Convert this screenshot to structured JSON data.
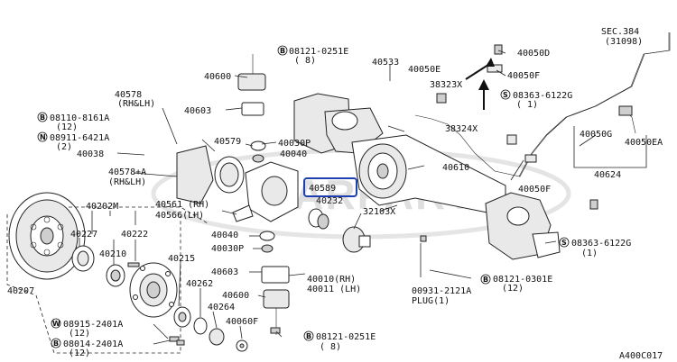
{
  "diagram": {
    "code": "A400C017",
    "watermark": "CARPARTS",
    "highlighted_part": "40589",
    "labels": [
      {
        "id": "sec384",
        "text": "SEC.384"
      },
      {
        "id": "sec384b",
        "text": "(31098)"
      },
      {
        "id": "p40050d",
        "text": "40050D"
      },
      {
        "id": "p40050e",
        "text": "40050E"
      },
      {
        "id": "p40050f_top",
        "text": "40050F"
      },
      {
        "id": "b08121_0251e_top",
        "text": "08121-0251E"
      },
      {
        "id": "q8_top",
        "text": "( 8)"
      },
      {
        "id": "p40533",
        "text": "40533"
      },
      {
        "id": "p40600_top",
        "text": "40600"
      },
      {
        "id": "p38323x",
        "text": "38323X"
      },
      {
        "id": "p40578",
        "text": "40578"
      },
      {
        "id": "rhlh1",
        "text": "(RH&LH)"
      },
      {
        "id": "b08110",
        "text": "08110-8161A"
      },
      {
        "id": "q12a",
        "text": "(12)"
      },
      {
        "id": "n08911",
        "text": "08911-6421A"
      },
      {
        "id": "q2",
        "text": "(2)"
      },
      {
        "id": "p40603_top",
        "text": "40603"
      },
      {
        "id": "p40579",
        "text": "40579"
      },
      {
        "id": "p40030p_top",
        "text": "40030P"
      },
      {
        "id": "p40040_top",
        "text": "40040"
      },
      {
        "id": "p38324x",
        "text": "38324X"
      },
      {
        "id": "s08363_top",
        "text": "08363-6122G"
      },
      {
        "id": "q1_top",
        "text": "( 1)"
      },
      {
        "id": "p40038",
        "text": "40038"
      },
      {
        "id": "p40578a",
        "text": "40578+A"
      },
      {
        "id": "rhlh2",
        "text": "(RH&LH)"
      },
      {
        "id": "p40610",
        "text": "40610"
      },
      {
        "id": "p40050g",
        "text": "40050G"
      },
      {
        "id": "p40050ea",
        "text": "40050EA"
      },
      {
        "id": "p40624",
        "text": "40624"
      },
      {
        "id": "p40589",
        "text": "40589"
      },
      {
        "id": "p40050f_mid",
        "text": "40050F"
      },
      {
        "id": "p40561",
        "text": "40561 (RH)"
      },
      {
        "id": "p40566",
        "text": "40566(LH)"
      },
      {
        "id": "p40202m",
        "text": "40202M"
      },
      {
        "id": "p40232",
        "text": "40232"
      },
      {
        "id": "p32103x",
        "text": "32103X"
      },
      {
        "id": "p40227",
        "text": "40227"
      },
      {
        "id": "p40210",
        "text": "40210"
      },
      {
        "id": "p40222",
        "text": "40222"
      },
      {
        "id": "p40040_mid",
        "text": "40040"
      },
      {
        "id": "p40030p_mid",
        "text": "40030P"
      },
      {
        "id": "s08363_mid",
        "text": "08363-6122G"
      },
      {
        "id": "q1_mid",
        "text": "(1)"
      },
      {
        "id": "p40215",
        "text": "40215"
      },
      {
        "id": "p40603_mid",
        "text": "40603"
      },
      {
        "id": "p40010",
        "text": "40010(RH)"
      },
      {
        "id": "p40011",
        "text": "40011 (LH)"
      },
      {
        "id": "b08121_0301e",
        "text": "08121-0301E"
      },
      {
        "id": "q12b",
        "text": "(12)"
      },
      {
        "id": "p40207",
        "text": "40207"
      },
      {
        "id": "p40262",
        "text": "40262"
      },
      {
        "id": "p40600_mid",
        "text": "40600"
      },
      {
        "id": "p00931",
        "text": "00931-2121A"
      },
      {
        "id": "plug",
        "text": "PLUG(1)"
      },
      {
        "id": "p40264",
        "text": "40264"
      },
      {
        "id": "p40060f",
        "text": "40060F"
      },
      {
        "id": "w08915",
        "text": "08915-2401A"
      },
      {
        "id": "q12c",
        "text": "(12)"
      },
      {
        "id": "b08014",
        "text": "08014-2401A"
      },
      {
        "id": "q12d",
        "text": "(12)"
      },
      {
        "id": "b08121_0251e_bot",
        "text": "08121-0251E"
      },
      {
        "id": "q8_bot",
        "text": "( 8)"
      }
    ],
    "symbols": {
      "bolt": "B",
      "nut": "N",
      "screw": "S",
      "washer": "W"
    }
  }
}
